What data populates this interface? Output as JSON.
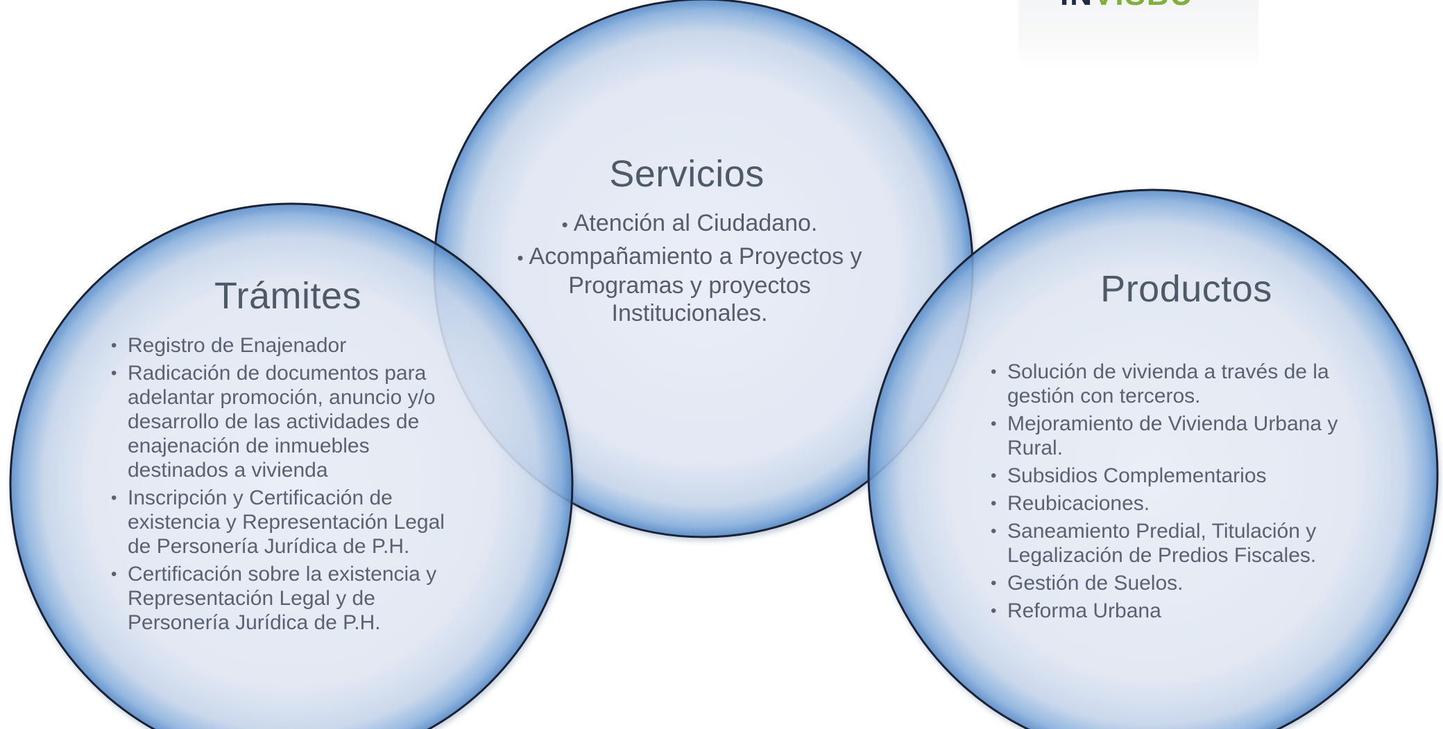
{
  "logo": {
    "text_main": "IN",
    "text_accent": "VISBU"
  },
  "circles": [
    {
      "id": "tramites",
      "title": "Trámites",
      "items": [
        "Registro de Enajenador",
        "Radicación de documentos para adelantar promoción, anuncio y/o desarrollo de las actividades de enajenación de inmuebles destinados a vivienda",
        "Inscripción y Certificación de existencia y Representación Legal de Personería Jurídica de P.H.",
        "Certificación sobre la existencia y Representación Legal y de Personería Jurídica de P.H."
      ]
    },
    {
      "id": "servicios",
      "title": "Servicios",
      "items": [
        "Atención al Ciudadano.",
        "Acompañamiento a Proyectos y Programas y proyectos Institucionales."
      ]
    },
    {
      "id": "productos",
      "title": "Productos",
      "items": [
        "Solución de vivienda a través de la gestión con terceros.",
        "Mejoramiento de Vivienda Urbana y Rural.",
        "Subsidios Complementarios",
        "Reubicaciones.",
        "Saneamiento Predial, Titulación y Legalización de Predios Fiscales.",
        "Gestión de Suelos.",
        "Reforma Urbana"
      ]
    }
  ],
  "colors": {
    "circle_fill": "#e6ecf7",
    "circle_edge": "#6f9fd6",
    "circle_outline": "#1c2430",
    "title_text": "#4f5a68",
    "body_text": "#5a6170"
  }
}
